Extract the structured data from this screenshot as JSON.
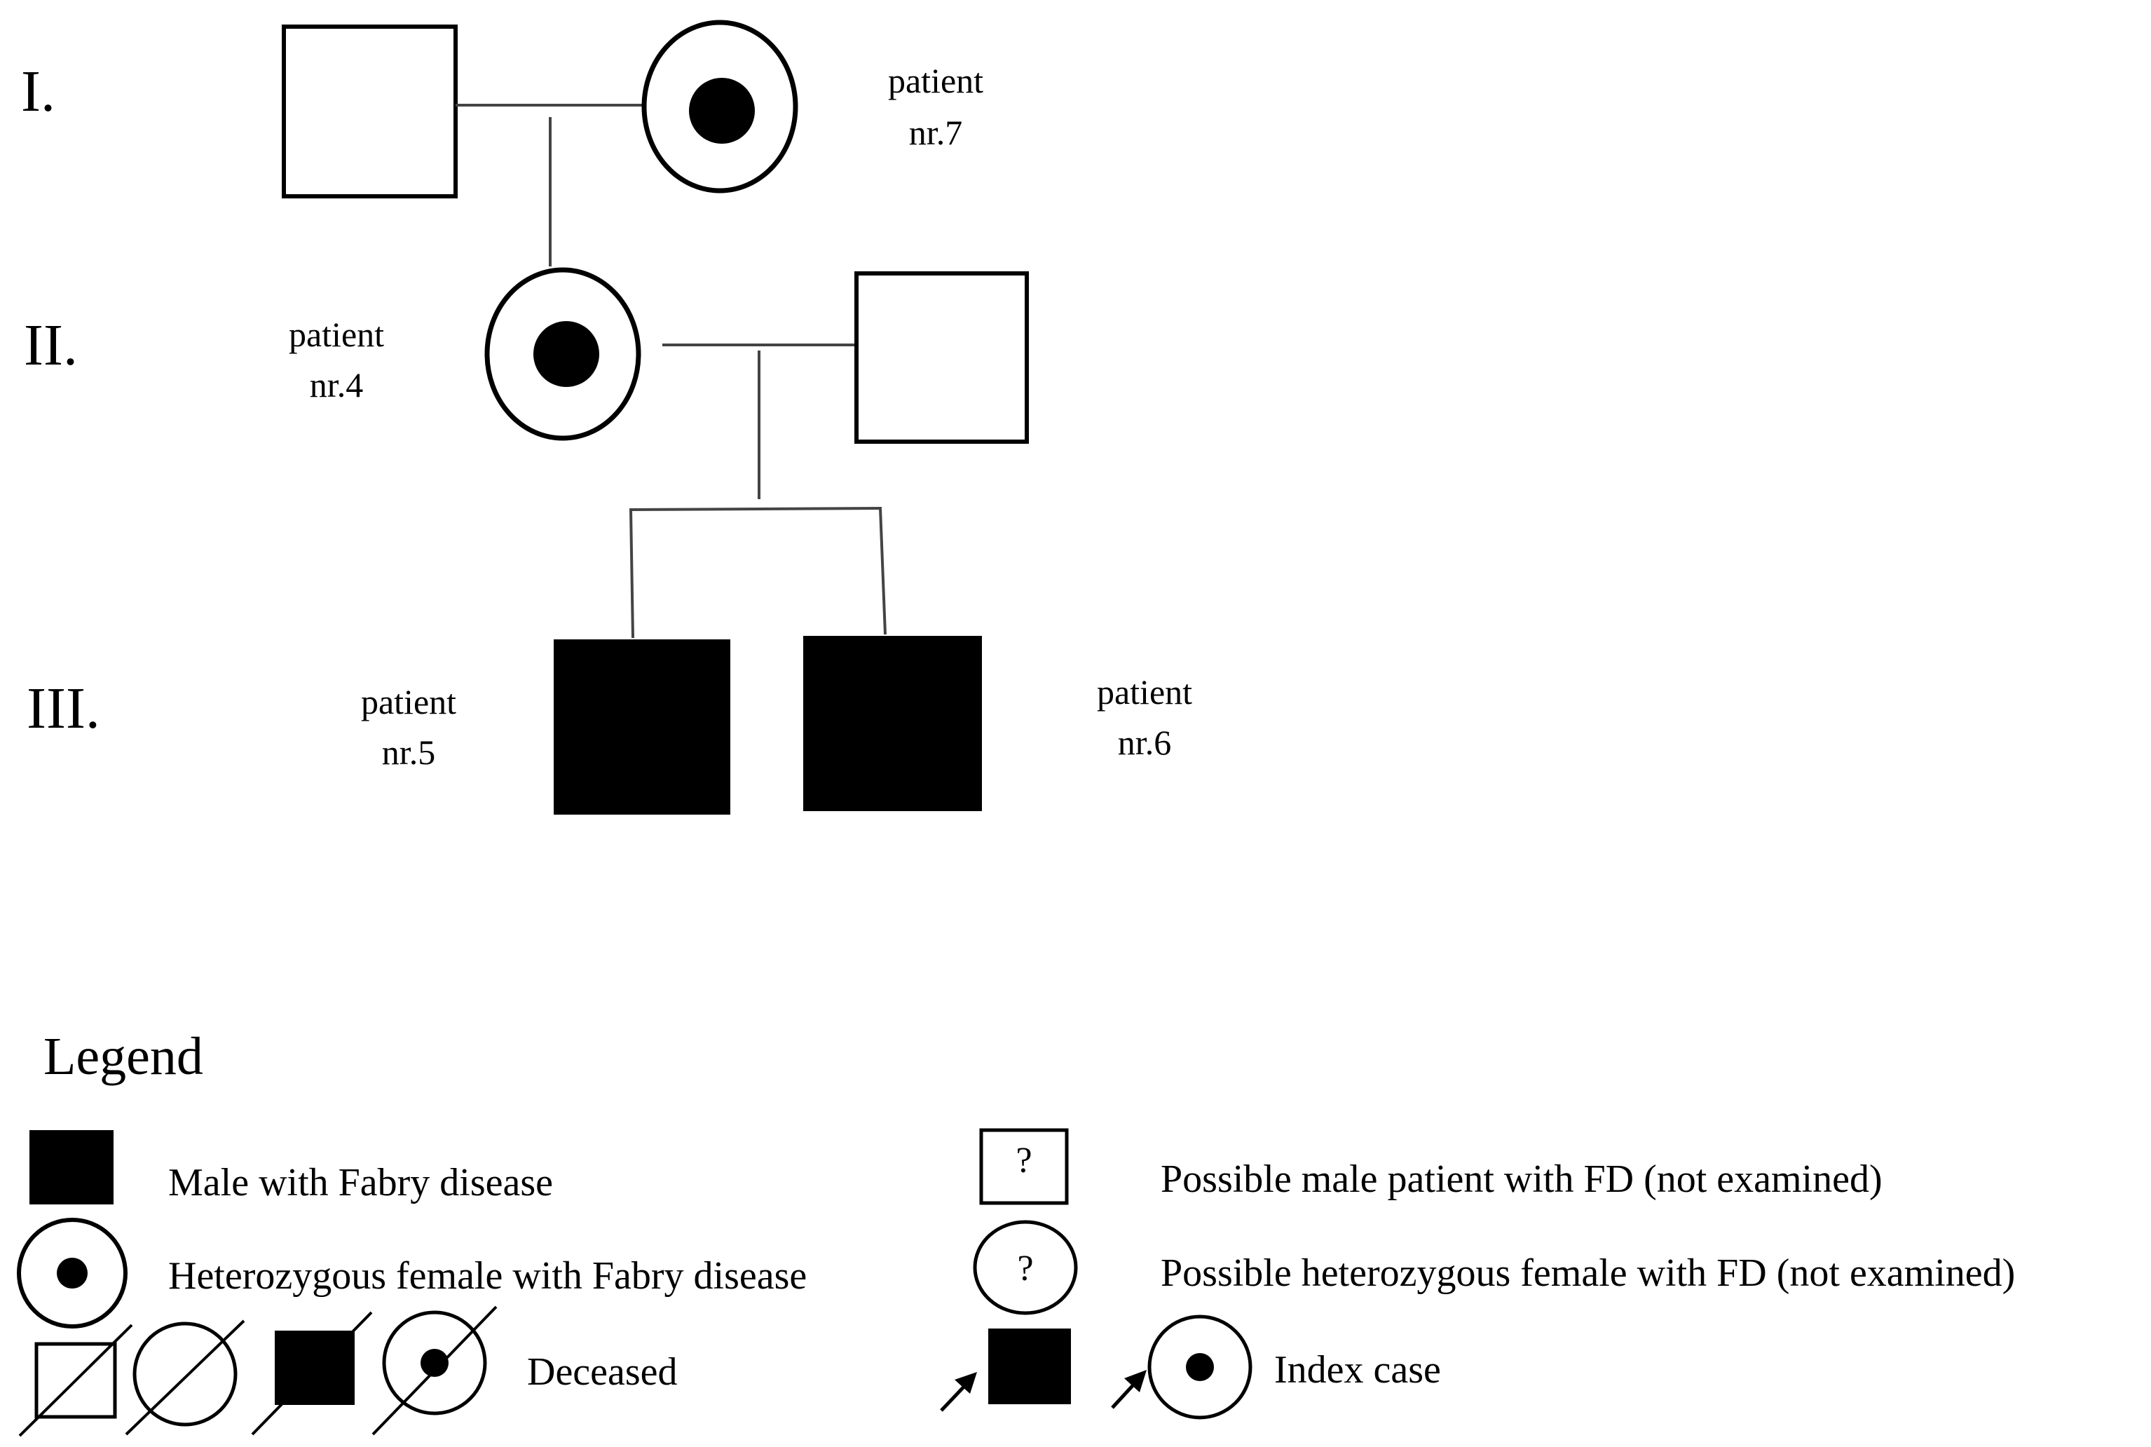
{
  "generations": [
    "I.",
    "II.",
    "III."
  ],
  "patients": {
    "p7": {
      "line1": "patient",
      "line2": "nr.7"
    },
    "p4": {
      "line1": "patient",
      "line2": "nr.4"
    },
    "p5": {
      "line1": "patient",
      "line2": "nr.5"
    },
    "p6": {
      "line1": "patient",
      "line2": "nr.6"
    }
  },
  "legend": {
    "title": "Legend",
    "male_fd": "Male with Fabry disease",
    "female_fd": "Heterozygous female with Fabry disease",
    "deceased": "Deceased",
    "possible_male": "Possible male patient with FD (not examined)",
    "possible_female": "Possible heterozygous female with FD (not examined)",
    "index_case": "Index case",
    "question_mark": "?"
  }
}
